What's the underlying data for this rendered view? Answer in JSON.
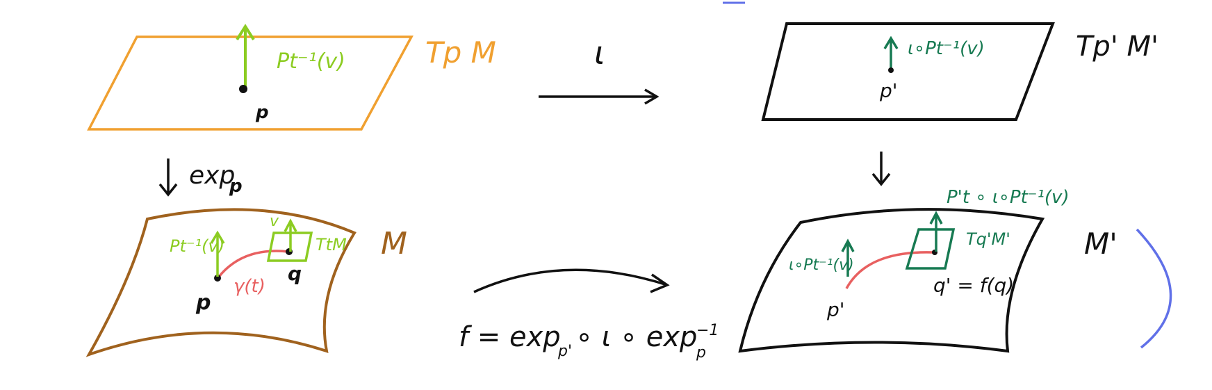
{
  "colors": {
    "ink": "#111111",
    "orange": "#f0a030",
    "brown": "#a0621e",
    "light_green": "#8ccc22",
    "dark_green": "#177a52",
    "red": "#e86060",
    "blue": "#6070e8"
  },
  "left": {
    "tangent_label": "Tp M",
    "tangent_vector_label": "Pt⁻¹(v)",
    "base_point_label": "p",
    "map_label": "exp",
    "map_subscript": "p",
    "manifold_label": "M",
    "transported_label": "Pt⁻¹(v)",
    "end_tangent_label": "TtM",
    "end_vector_label": "v",
    "curve_label": "γ(t)",
    "end_point_label": "q"
  },
  "middle": {
    "iso_label": "ι",
    "f_formula": "f = exp",
    "f_sub1": "p'",
    "f_mid": " ∘ ι ∘ exp",
    "f_sub2": "p",
    "f_sup2": "−1"
  },
  "right": {
    "tangent_label": "Tp' M'",
    "tangent_vector_label": "ι∘Pt⁻¹(v)",
    "base_point_label": "p'",
    "manifold_label": "M'",
    "top_vector_label": "P't ∘ ι∘Pt⁻¹(v)",
    "end_tangent_label": "Tq'M'",
    "left_vector_label": "ι∘Pt⁻¹(v)",
    "end_point_label": "q' = f(q)",
    "start_point_label": "p'"
  }
}
